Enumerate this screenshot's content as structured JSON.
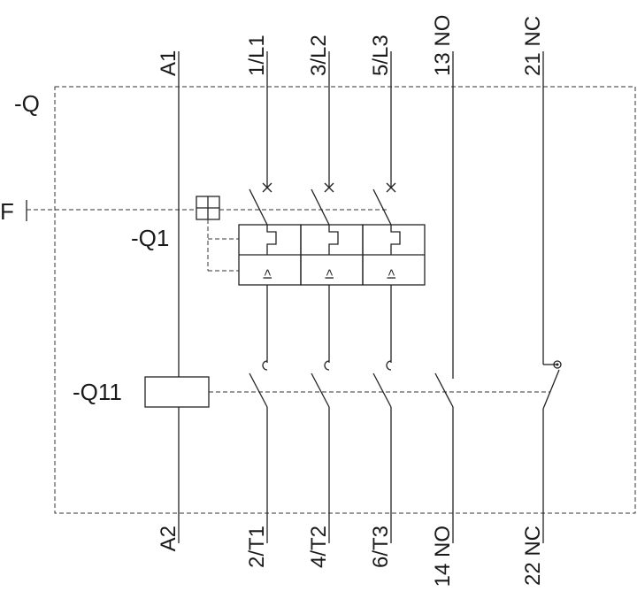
{
  "diagram": {
    "top_terminals": [
      "A1",
      "1/L1",
      "3/L2",
      "5/L3",
      "13 NO",
      "21 NC"
    ],
    "bottom_terminals": [
      "A2",
      "2/T1",
      "4/T2",
      "6/T3",
      "14 NO",
      "22 NC"
    ],
    "device_labels": {
      "q": "-Q",
      "f": "F",
      "q1": "-Q1",
      "q11": "-Q11"
    },
    "trip_symbol": "I>",
    "colors": {
      "line": "#222222",
      "dash": "#333333",
      "text": "#1a1a1a"
    }
  }
}
